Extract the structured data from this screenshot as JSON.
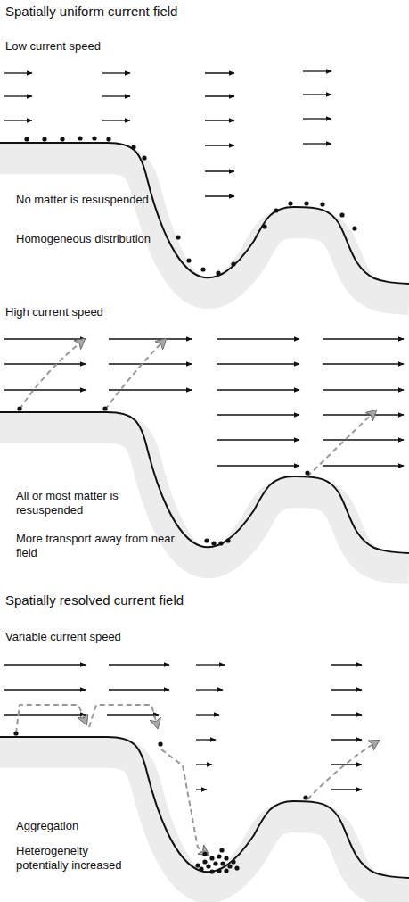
{
  "diagram": {
    "labels": [
      "Spatially uniform current field",
      "Low current speed",
      "No matter is resuspended",
      "Homogeneous distribution",
      "High current speed",
      "All or most matter is resuspended",
      "More transport away from near field",
      "Spatially resolved current field",
      "Variable current speed",
      "Aggregation",
      "Heterogeneity potentially increased"
    ]
  }
}
